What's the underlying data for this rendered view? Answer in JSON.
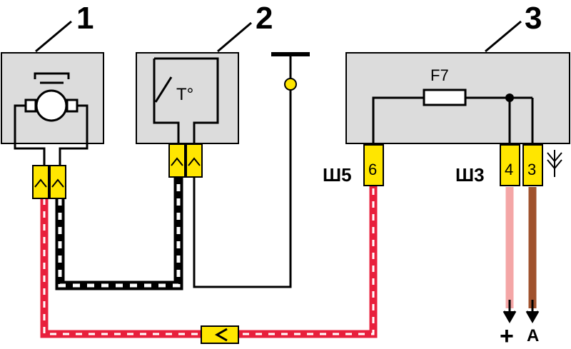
{
  "components": [
    {
      "id": "1",
      "label": "1",
      "kind": "sensor"
    },
    {
      "id": "2",
      "label": "2",
      "kind": "temperature-switch",
      "symbol": "T°"
    },
    {
      "id": "3",
      "label": "3",
      "kind": "fuse-block",
      "fuse_label": "F7"
    }
  ],
  "connectors": {
    "sh5": {
      "label": "Ш5",
      "pin": "6"
    },
    "sh3": {
      "label": "Ш3",
      "pins": [
        "4",
        "3"
      ]
    }
  },
  "terminals": {
    "plus": "+",
    "a": "A"
  },
  "colors": {
    "box_fill": "#dcdcdc",
    "connector_fill": "#ffe600",
    "wire_red": "#e8203c",
    "wire_pink": "#f4a6a6",
    "wire_brown": "#a0522d",
    "wire_black": "#000000",
    "bulb_yellow": "#ffe600"
  },
  "icons": {
    "ground_symbol": "ground-antenna-icon",
    "arrow_down": "arrow-down-icon",
    "inline_connector": "chevron-left-icon"
  }
}
